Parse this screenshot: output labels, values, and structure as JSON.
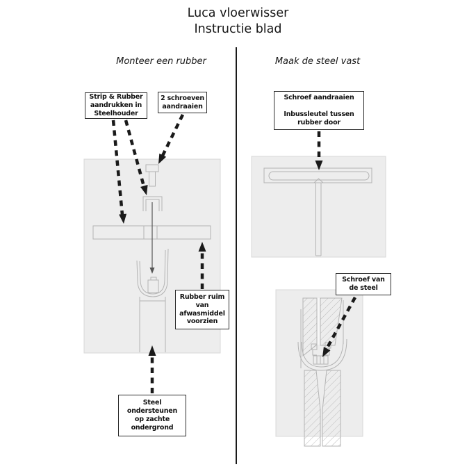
{
  "page": {
    "title_line1": "Luca vloerwisser",
    "title_line2": "Instructie blad"
  },
  "left_column": {
    "header": "Monteer een rubber",
    "label_strip_rubber": "Strip & Rubber\naandrukken in\nSteelhouder",
    "label_two_screws": "2 schroeven\naandraaien",
    "label_rubber_soap": "Rubber ruim\nvan\nafwasmiddel\nvoorzien",
    "label_support_handle": "Steel\nondersteunen\nop zachte\nondergrond"
  },
  "right_column": {
    "header": "Maak de steel vast",
    "label_tighten_screw": "Schroef aandraaien\n\nInbussleutel tussen\nrubber door",
    "label_handle_screw": "Schroef van\nde steel"
  },
  "colors": {
    "ink": "#1a1a1a",
    "panel_background": "#ededed",
    "drawing_line": "#b3b3b3",
    "page_background": "#ffffff"
  }
}
